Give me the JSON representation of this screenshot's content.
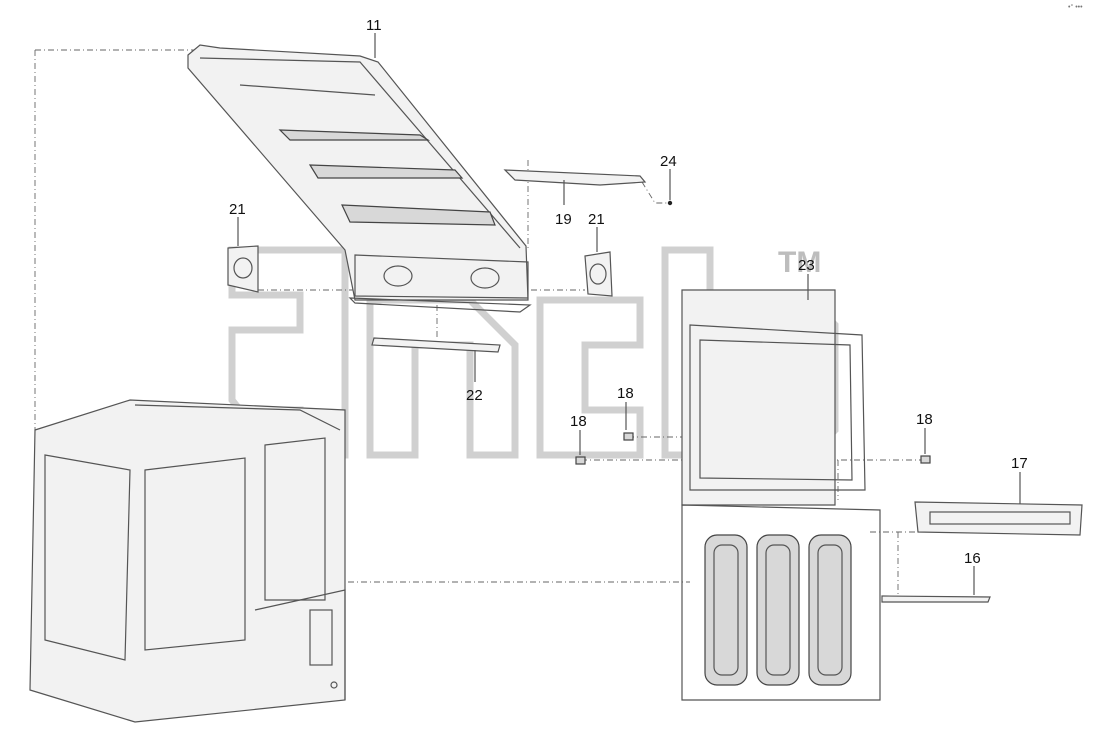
{
  "callouts": [
    {
      "id": "c11",
      "text": "11"
    },
    {
      "id": "c24",
      "text": "24"
    },
    {
      "id": "c19",
      "text": "19"
    },
    {
      "id": "c21a",
      "text": "21"
    },
    {
      "id": "c21b",
      "text": "21"
    },
    {
      "id": "c23",
      "text": "23"
    },
    {
      "id": "c22",
      "text": "22"
    },
    {
      "id": "c18a",
      "text": "18"
    },
    {
      "id": "c18b",
      "text": "18"
    },
    {
      "id": "c18c",
      "text": "18"
    },
    {
      "id": "c17",
      "text": "17"
    },
    {
      "id": "c16",
      "text": "16"
    }
  ],
  "watermark": {
    "text": "TM"
  },
  "corner_mark": "•° •••"
}
